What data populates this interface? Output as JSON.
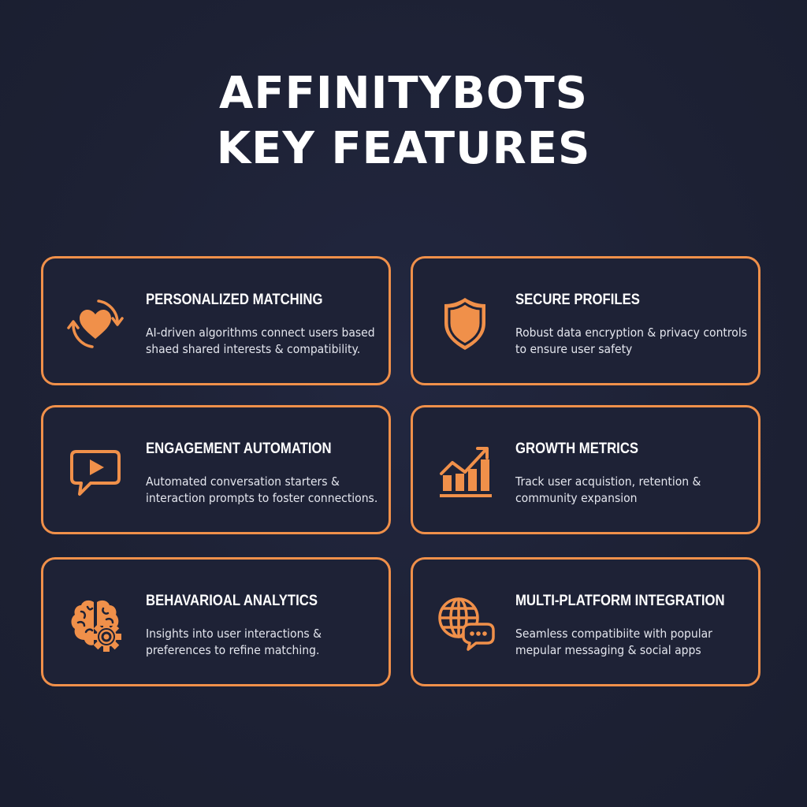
{
  "header": {
    "title_line1": "AFFINITYBOTS",
    "title_line2": "KEY FEATURES"
  },
  "colors": {
    "background": "#1e2236",
    "accent": "#f0904a",
    "title_text": "#ffffff",
    "body_text": "#e4e6ee"
  },
  "features": [
    {
      "icon": "heart-cycle-icon",
      "title": "PERSONALIZED MATCHING",
      "description": "AI-driven algorithms connect users based shaed shared interests & compatibility."
    },
    {
      "icon": "shield-icon",
      "title": "SECURE PROFILES",
      "description": "Robust data encryption & privacy controls to ensure user safety"
    },
    {
      "icon": "chat-play-icon",
      "title": "ENGAGEMENT AUTOMATION",
      "description": "Automated conversation starters & interaction prompts to foster connections."
    },
    {
      "icon": "growth-chart-icon",
      "title": "GROWTH METRICS",
      "description": "Track user acquistion, retention & community expansion"
    },
    {
      "icon": "brain-gear-icon",
      "title": "BEHAVARIOAL ANALYTICS",
      "description": "Insights into user interactions & preferences to refine matching."
    },
    {
      "icon": "globe-chat-icon",
      "title": "MULTI-PLATFORM INTEGRATION",
      "description": "Seamless compatibiite with popular mepular messaging & social apps"
    }
  ]
}
